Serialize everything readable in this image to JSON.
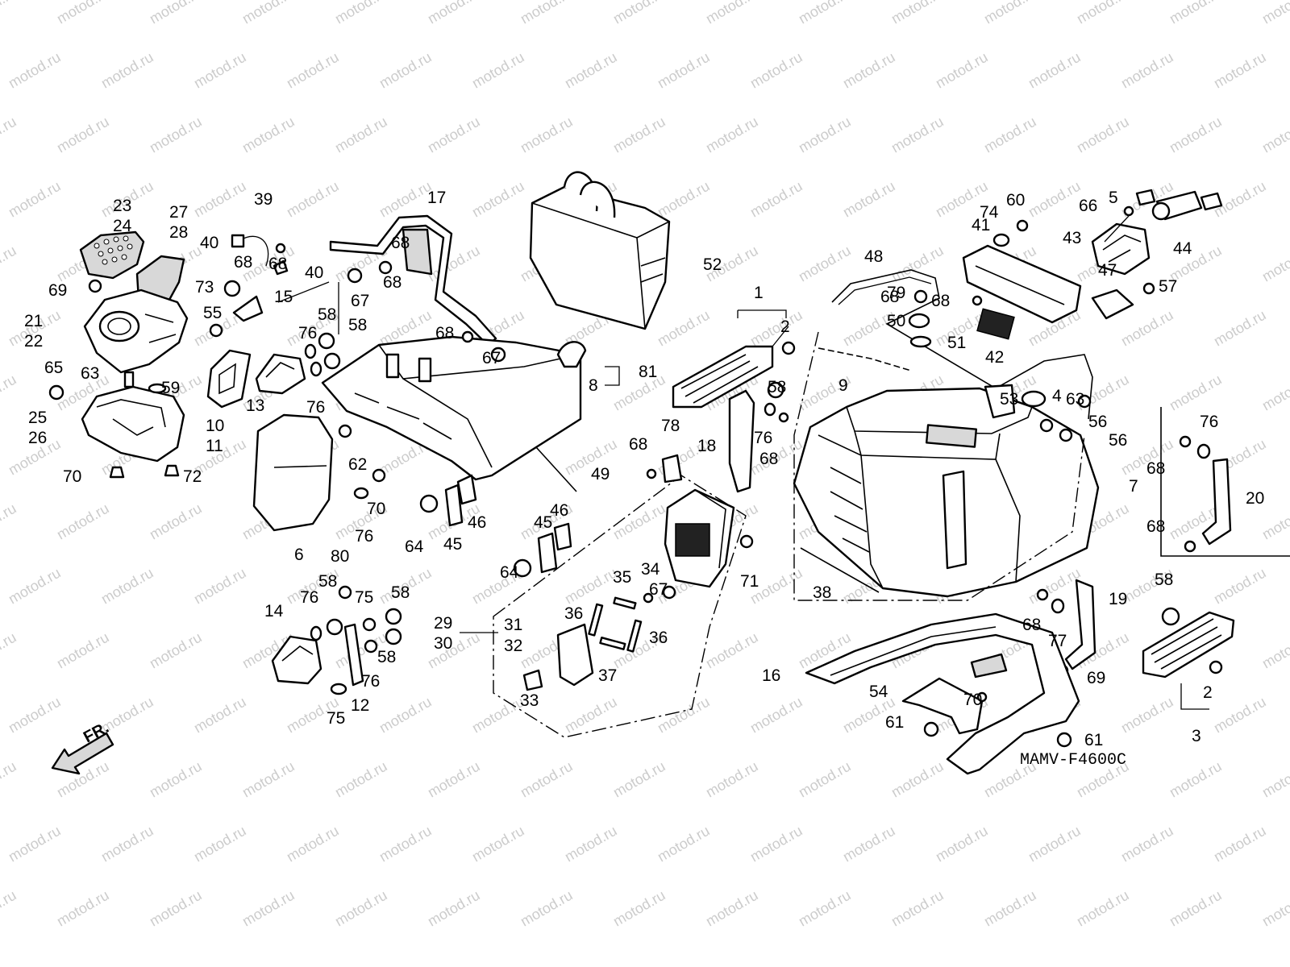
{
  "diagram": {
    "code": "MAMV-F4600C",
    "direction_label": "FR.",
    "watermark": "motod.ru",
    "colors": {
      "line": "#000000",
      "background": "#ffffff",
      "watermark": "#cccccc"
    }
  },
  "labels": [
    {
      "id": "l1",
      "text": "1"
    },
    {
      "id": "l2a",
      "text": "2"
    },
    {
      "id": "l2b",
      "text": "2"
    },
    {
      "id": "l3",
      "text": "3"
    },
    {
      "id": "l4",
      "text": "4"
    },
    {
      "id": "l5",
      "text": "5"
    },
    {
      "id": "l6",
      "text": "6"
    },
    {
      "id": "l7",
      "text": "7"
    },
    {
      "id": "l8",
      "text": "8"
    },
    {
      "id": "l9",
      "text": "9"
    },
    {
      "id": "l10",
      "text": "10"
    },
    {
      "id": "l11",
      "text": "11"
    },
    {
      "id": "l12",
      "text": "12"
    },
    {
      "id": "l13",
      "text": "13"
    },
    {
      "id": "l14",
      "text": "14"
    },
    {
      "id": "l15",
      "text": "15"
    },
    {
      "id": "l16",
      "text": "16"
    },
    {
      "id": "l17",
      "text": "17"
    },
    {
      "id": "l18",
      "text": "18"
    },
    {
      "id": "l19",
      "text": "19"
    },
    {
      "id": "l20",
      "text": "20"
    },
    {
      "id": "l21",
      "text": "21"
    },
    {
      "id": "l22",
      "text": "22"
    },
    {
      "id": "l23",
      "text": "23"
    },
    {
      "id": "l24",
      "text": "24"
    },
    {
      "id": "l25",
      "text": "25"
    },
    {
      "id": "l26",
      "text": "26"
    },
    {
      "id": "l27",
      "text": "27"
    },
    {
      "id": "l28",
      "text": "28"
    },
    {
      "id": "l29",
      "text": "29"
    },
    {
      "id": "l30",
      "text": "30"
    },
    {
      "id": "l31",
      "text": "31"
    },
    {
      "id": "l32",
      "text": "32"
    },
    {
      "id": "l33",
      "text": "33"
    },
    {
      "id": "l34",
      "text": "34"
    },
    {
      "id": "l35",
      "text": "35"
    },
    {
      "id": "l36a",
      "text": "36"
    },
    {
      "id": "l36b",
      "text": "36"
    },
    {
      "id": "l37",
      "text": "37"
    },
    {
      "id": "l38",
      "text": "38"
    },
    {
      "id": "l39",
      "text": "39"
    },
    {
      "id": "l40a",
      "text": "40"
    },
    {
      "id": "l40b",
      "text": "40"
    },
    {
      "id": "l41",
      "text": "41"
    },
    {
      "id": "l42",
      "text": "42"
    },
    {
      "id": "l43",
      "text": "43"
    },
    {
      "id": "l44",
      "text": "44"
    },
    {
      "id": "l45a",
      "text": "45"
    },
    {
      "id": "l45b",
      "text": "45"
    },
    {
      "id": "l46a",
      "text": "46"
    },
    {
      "id": "l46b",
      "text": "46"
    },
    {
      "id": "l47",
      "text": "47"
    },
    {
      "id": "l48",
      "text": "48"
    },
    {
      "id": "l49",
      "text": "49"
    },
    {
      "id": "l50",
      "text": "50"
    },
    {
      "id": "l51",
      "text": "51"
    },
    {
      "id": "l52",
      "text": "52"
    },
    {
      "id": "l53",
      "text": "53"
    },
    {
      "id": "l54",
      "text": "54"
    },
    {
      "id": "l55",
      "text": "55"
    },
    {
      "id": "l56a",
      "text": "56"
    },
    {
      "id": "l56b",
      "text": "56"
    },
    {
      "id": "l57",
      "text": "57"
    },
    {
      "id": "l58a",
      "text": "58"
    },
    {
      "id": "l58b",
      "text": "58"
    },
    {
      "id": "l58c",
      "text": "58"
    },
    {
      "id": "l58d",
      "text": "58"
    },
    {
      "id": "l58e",
      "text": "58"
    },
    {
      "id": "l58f",
      "text": "58"
    },
    {
      "id": "l58g",
      "text": "58"
    },
    {
      "id": "l59",
      "text": "59"
    },
    {
      "id": "l60",
      "text": "60"
    },
    {
      "id": "l61a",
      "text": "61"
    },
    {
      "id": "l61b",
      "text": "61"
    },
    {
      "id": "l62",
      "text": "62"
    },
    {
      "id": "l63a",
      "text": "63"
    },
    {
      "id": "l63b",
      "text": "63"
    },
    {
      "id": "l64a",
      "text": "64"
    },
    {
      "id": "l64b",
      "text": "64"
    },
    {
      "id": "l65",
      "text": "65"
    },
    {
      "id": "l66",
      "text": "66"
    },
    {
      "id": "l67a",
      "text": "67"
    },
    {
      "id": "l67b",
      "text": "67"
    },
    {
      "id": "l67c",
      "text": "67"
    },
    {
      "id": "l68a",
      "text": "68"
    },
    {
      "id": "l68b",
      "text": "68"
    },
    {
      "id": "l68c",
      "text": "68"
    },
    {
      "id": "l68d",
      "text": "68"
    },
    {
      "id": "l68e",
      "text": "68"
    },
    {
      "id": "l68f",
      "text": "68"
    },
    {
      "id": "l68g",
      "text": "68"
    },
    {
      "id": "l68h",
      "text": "68"
    },
    {
      "id": "l68i",
      "text": "68"
    },
    {
      "id": "l68j",
      "text": "68"
    },
    {
      "id": "l68k",
      "text": "68"
    },
    {
      "id": "l68l",
      "text": "68"
    },
    {
      "id": "l69a",
      "text": "69"
    },
    {
      "id": "l69b",
      "text": "69"
    },
    {
      "id": "l70a",
      "text": "70"
    },
    {
      "id": "l70b",
      "text": "70"
    },
    {
      "id": "l70c",
      "text": "70"
    },
    {
      "id": "l71",
      "text": "71"
    },
    {
      "id": "l72",
      "text": "72"
    },
    {
      "id": "l73",
      "text": "73"
    },
    {
      "id": "l74",
      "text": "74"
    },
    {
      "id": "l75a",
      "text": "75"
    },
    {
      "id": "l75b",
      "text": "75"
    },
    {
      "id": "l76a",
      "text": "76"
    },
    {
      "id": "l76b",
      "text": "76"
    },
    {
      "id": "l76c",
      "text": "76"
    },
    {
      "id": "l76d",
      "text": "76"
    },
    {
      "id": "l76e",
      "text": "76"
    },
    {
      "id": "l76f",
      "text": "76"
    },
    {
      "id": "l76g",
      "text": "76"
    },
    {
      "id": "l77",
      "text": "77"
    },
    {
      "id": "l78",
      "text": "78"
    },
    {
      "id": "l79",
      "text": "79"
    },
    {
      "id": "l80",
      "text": "80"
    },
    {
      "id": "l81",
      "text": "81"
    }
  ]
}
